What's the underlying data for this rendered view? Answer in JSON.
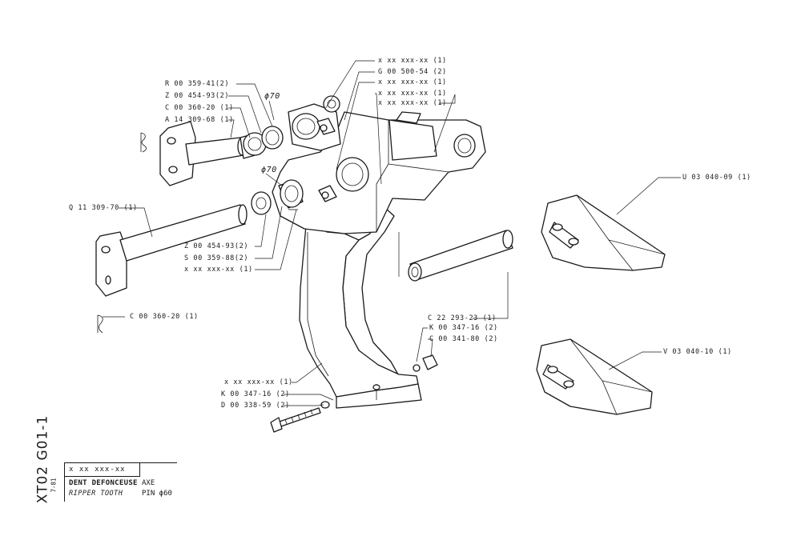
{
  "sheet": {
    "code": "XT02 G01-1",
    "date": "7-81",
    "ref": "x xx xxx-xx",
    "title_fr": "DENT DEFONCEUSE",
    "title_en": "RIPPER TOOTH",
    "label_fr": "AXE",
    "label_en": "PIN ϕ60"
  },
  "dimensions": {
    "upper": "ϕ70",
    "lower": "ϕ70"
  },
  "callouts": [
    "x xx xxx-xx (1)",
    "G 00 500-54 (2)",
    "x xx xxx-xx (1)",
    "x xx xxx-xx (1)",
    "x xx xxx-xx (1)",
    "R 00 359-41(2)",
    "Z 00 454-93(2)",
    "C 00 360-20 (1)",
    "A 14 309-68 (1)",
    "Q 11 309-70 (1)",
    "Z 00 454-93(2)",
    "S 00 359-88(2)",
    "x xx xxx-xx (1)",
    "C 00 360-20 (1)",
    "U 03 040-09 (1)",
    "V 03 040-10 (1)",
    "C 22 293-23 (1)",
    "K 00 347-16 (2)",
    "C 00 341-80 (2)",
    "x xx xxx-xx (1)",
    "K 00 347-16 (2)",
    "D 00 338-59 (2)"
  ]
}
